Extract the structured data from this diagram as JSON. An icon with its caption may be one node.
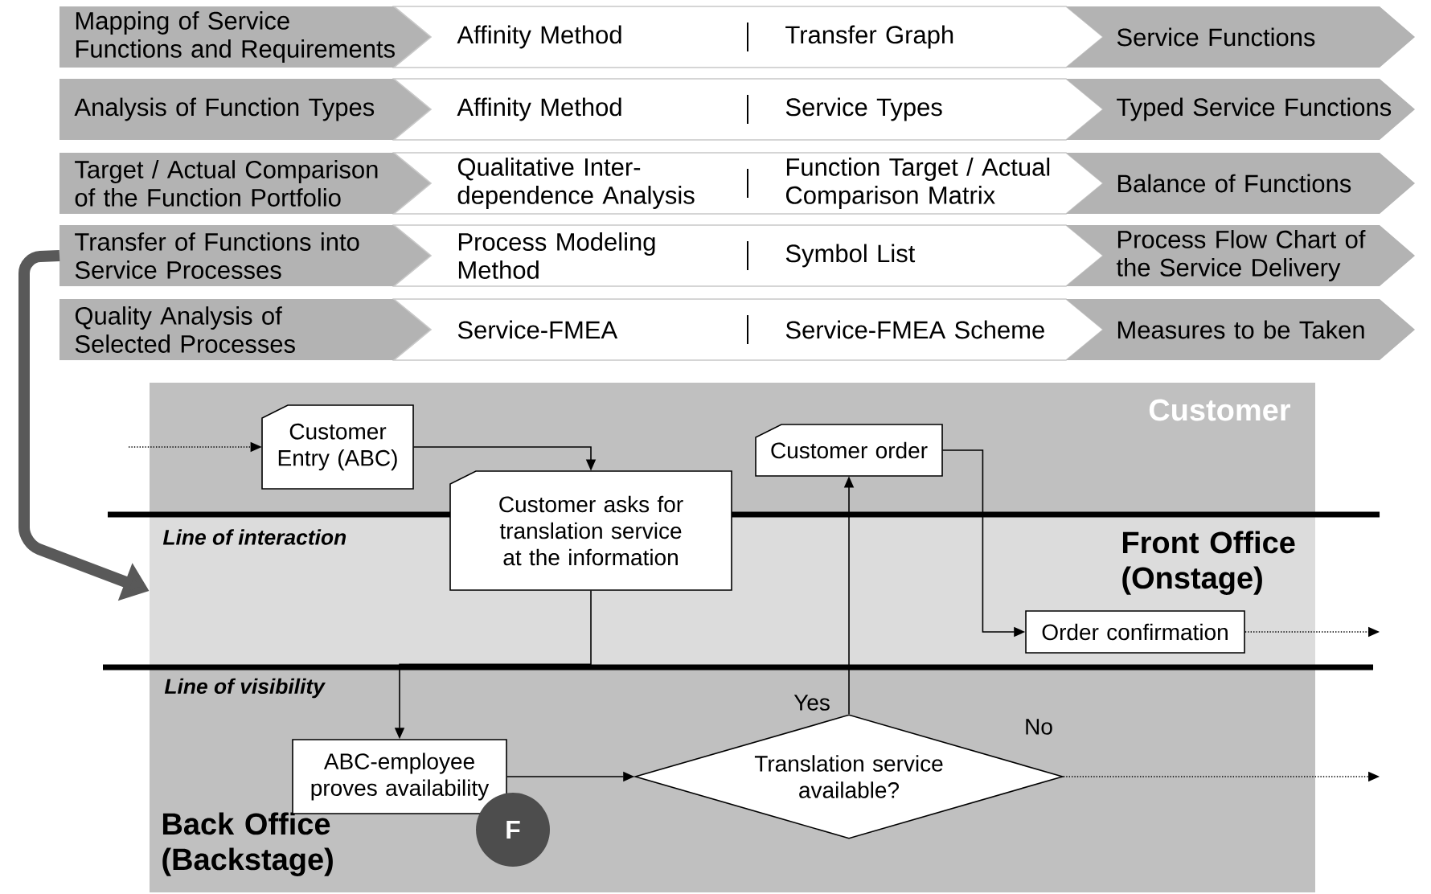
{
  "diagram": {
    "nodes": [
      {
        "text": [
          "Mapping of Service Functions and Requirements"
        ]
      },
      {
        "text": [
          "Analysis of Function Types"
        ]
      },
      {
        "text": [
          "Target / Actual Comparison of the Function Portfolio"
        ]
      },
      {
        "text": [
          "Transfer of Functions into Service Processes"
        ]
      },
      {
        "text": [
          "Quality Analysis of Selected Processes"
        ]
      },
      {
        "text": [
          "Affinity Method",
          "Transfer Graph"
        ]
      },
      {
        "text": [
          "Affinity Method",
          "Service Types"
        ]
      },
      {
        "text": [
          "Qualitative Inter-dependence Analysis",
          "Function Target / Actual Comparison Matrix"
        ]
      },
      {
        "text": [
          "Process Modeling Method",
          "Symbol List"
        ]
      },
      {
        "text": [
          "Service-FMEA",
          "Service-FMEA Scheme"
        ]
      },
      {
        "text": [
          "Service Functions"
        ]
      },
      {
        "text": [
          "Typed Service Functions"
        ]
      },
      {
        "text": [
          "Balance of Functions"
        ]
      },
      {
        "text": [
          "Process Flow Chart of the Service Delivery"
        ]
      },
      {
        "text": [
          "Measures to be Taken"
        ]
      },
      {
        "text": [
          "Customer"
        ]
      },
      {
        "text": [
          "Front Office (Onstage)"
        ]
      },
      {
        "text": [
          "Back Office (Backstage)"
        ]
      },
      {
        "text": [
          "Customer Entry (ABC)"
        ],
        "in": 15
      },
      {
        "text": [
          "Customer asks for translation service at the information"
        ]
      },
      {
        "text": [
          "Customer order"
        ],
        "in": 15
      },
      {
        "text": [
          "Order confirmation"
        ],
        "in": 16
      },
      {
        "text": [
          "ABC-employee proves availability"
        ],
        "in": 17
      },
      {
        "text": [
          "F"
        ],
        "in": 17
      },
      {
        "text": [
          "Translation service available?"
        ],
        "in": 17
      }
    ],
    "edges": [
      {
        "from": null,
        "to": 18,
        "arrow": "to",
        "style": "dashed"
      },
      {
        "from": 18,
        "to": 19,
        "arrow": "to"
      },
      {
        "from": 19,
        "to": 22,
        "arrow": "to"
      },
      {
        "from": 22,
        "to": 24,
        "arrow": "to"
      },
      {
        "from": 24,
        "to": 20,
        "arrow": "to",
        "label": "Yes"
      },
      {
        "from": 20,
        "to": 21,
        "arrow": "to"
      },
      {
        "from": 21,
        "to": null,
        "arrow": "to",
        "style": "dashed"
      },
      {
        "from": 24,
        "to": null,
        "arrow": "to",
        "style": "dashed",
        "label": "No"
      },
      {
        "from": 3,
        "to": 16,
        "arrow": "to",
        "style": "thick",
        "color": "#595959"
      }
    ],
    "labels": [
      "Line of interaction",
      "Line of visibility"
    ]
  }
}
